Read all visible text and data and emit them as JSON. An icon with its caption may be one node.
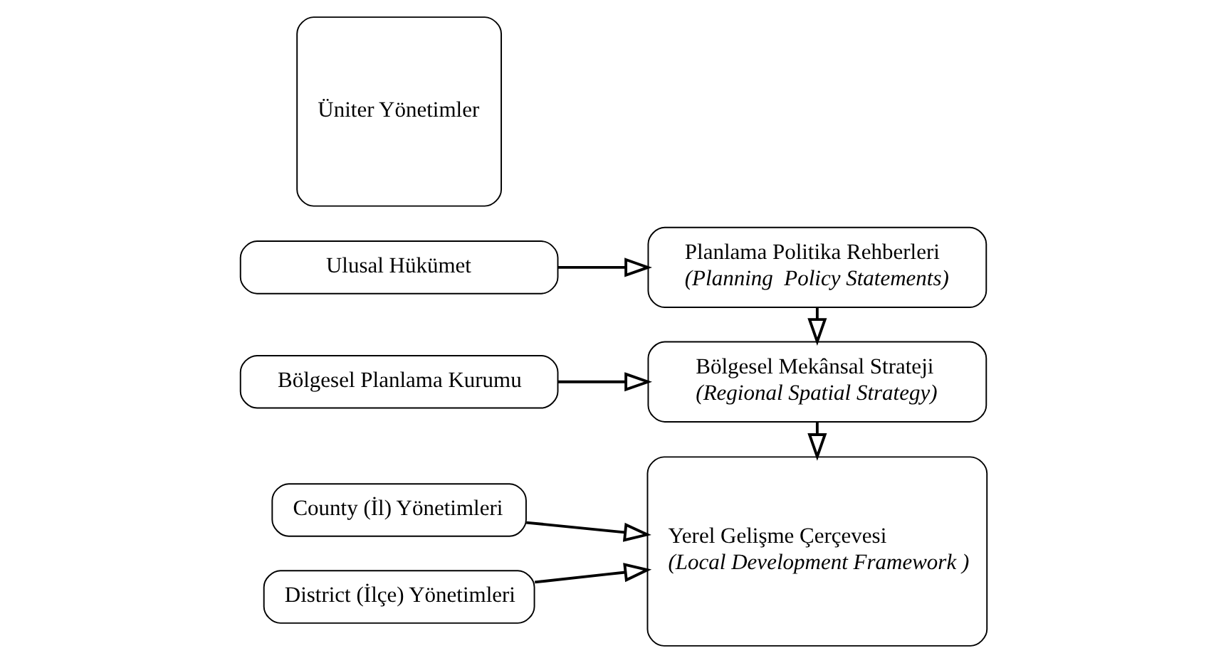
{
  "diagram": {
    "nodes": [
      {
        "text": [
          "Ulusal Hükümet"
        ]
      },
      {
        "text": [
          "Planlama Politika Rehberleri",
          "(Planning  Policy Statements)"
        ]
      },
      {
        "text": [
          "Bölgesel Planlama Kurumu"
        ]
      },
      {
        "text": [
          "Bölgesel Mekânsal Strateji",
          "(Regional Spatial Strategy)"
        ]
      },
      {
        "text": [
          "Üniter Yönetimler"
        ]
      },
      {
        "text": [
          "County (İl) Yönetimleri"
        ]
      },
      {
        "text": [
          "District (İlçe) Yönetimleri"
        ]
      },
      {
        "text": [
          "Yerel Gelişme Çerçevesi",
          "(Local Development Framework )"
        ]
      }
    ],
    "edges": [
      {
        "from": 0,
        "to": 1,
        "arrow": "to"
      },
      {
        "from": 1,
        "to": 3,
        "arrow": "to"
      },
      {
        "from": 2,
        "to": 3,
        "arrow": "to"
      },
      {
        "from": 3,
        "to": 7,
        "arrow": "to"
      },
      {
        "from": 5,
        "to": 7,
        "arrow": "to"
      },
      {
        "from": 6,
        "to": 7,
        "arrow": "to"
      }
    ]
  }
}
